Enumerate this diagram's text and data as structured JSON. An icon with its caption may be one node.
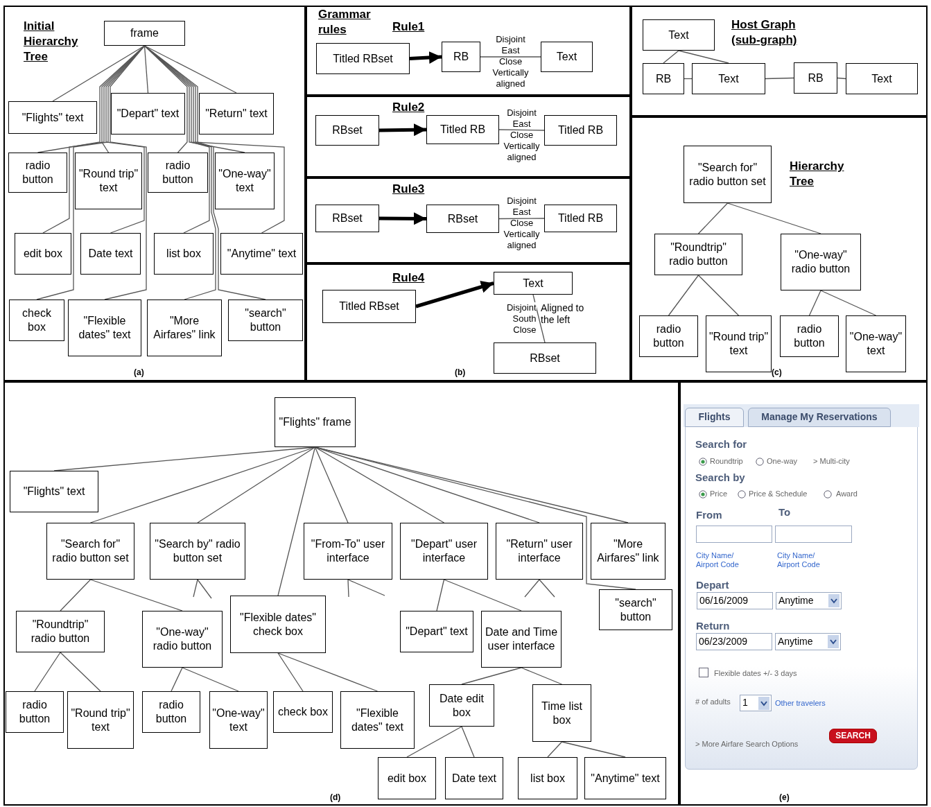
{
  "diagram": {
    "nodes": [
      {
        "text": [
          "Initial Hierarchy Tree",
          "(a)"
        ]
      },
      {
        "text": [
          "frame"
        ],
        "in": 0
      },
      {
        "text": [
          "\"Flights\" text"
        ],
        "in": 0
      },
      {
        "text": [
          "\"Depart\" text"
        ],
        "in": 0
      },
      {
        "text": [
          "\"Return\" text"
        ],
        "in": 0
      },
      {
        "text": [
          "radio button"
        ],
        "in": 0
      },
      {
        "text": [
          "\"Round trip\" text"
        ],
        "in": 0
      },
      {
        "text": [
          "radio button"
        ],
        "in": 0
      },
      {
        "text": [
          "\"One-way\" text"
        ],
        "in": 0
      },
      {
        "text": [
          "edit box"
        ],
        "in": 0
      },
      {
        "text": [
          "Date text"
        ],
        "in": 0
      },
      {
        "text": [
          "list box"
        ],
        "in": 0
      },
      {
        "text": [
          "\"Anytime\" text"
        ],
        "in": 0
      },
      {
        "text": [
          "check box"
        ],
        "in": 0
      },
      {
        "text": [
          "\"Flexible dates\" text"
        ],
        "in": 0
      },
      {
        "text": [
          "\"More Airfares\" link"
        ],
        "in": 0
      },
      {
        "text": [
          "\"search\" button"
        ],
        "in": 0
      },
      {
        "text": [
          "Grammar rules",
          "Rule1"
        ]
      },
      {
        "text": [
          "Titled RBset"
        ],
        "in": 17
      },
      {
        "text": [
          "RB"
        ],
        "in": 17
      },
      {
        "text": [
          "Text"
        ],
        "in": 17
      },
      {
        "text": [
          "Rule2"
        ]
      },
      {
        "text": [
          "RBset"
        ],
        "in": 21
      },
      {
        "text": [
          "Titled RB"
        ],
        "in": 21
      },
      {
        "text": [
          "Titled RB"
        ],
        "in": 21
      },
      {
        "text": [
          "Rule3"
        ]
      },
      {
        "text": [
          "RBset"
        ],
        "in": 25
      },
      {
        "text": [
          "RBset"
        ],
        "in": 25
      },
      {
        "text": [
          "Titled RB"
        ],
        "in": 25
      },
      {
        "text": [
          "Rule4"
        ]
      },
      {
        "text": [
          "Titled RBset"
        ],
        "in": 29
      },
      {
        "text": [
          "Text"
        ],
        "in": 29
      },
      {
        "text": [
          "RBset"
        ],
        "in": 29
      },
      {
        "text": [
          "Host Graph (sub-graph)"
        ]
      },
      {
        "text": [
          "Text"
        ],
        "in": 33
      },
      {
        "text": [
          "RB"
        ],
        "in": 33
      },
      {
        "text": [
          "Text"
        ],
        "in": 33
      },
      {
        "text": [
          "RB"
        ],
        "in": 33
      },
      {
        "text": [
          "Text"
        ],
        "in": 33
      },
      {
        "text": [
          "Hierarchy Tree"
        ]
      },
      {
        "text": [
          "\"Search for\" radio button set"
        ],
        "in": 39
      },
      {
        "text": [
          "\"Roundtrip\" radio button"
        ],
        "in": 39
      },
      {
        "text": [
          "\"One-way\" radio button"
        ],
        "in": 39
      },
      {
        "text": [
          "radio button"
        ],
        "in": 39
      },
      {
        "text": [
          "\"Round trip\" text"
        ],
        "in": 39
      },
      {
        "text": [
          "radio button"
        ],
        "in": 39
      },
      {
        "text": [
          "\"One-way\" text"
        ],
        "in": 39
      },
      {
        "text": [
          "(d)"
        ]
      },
      {
        "text": [
          "\"Flights\" frame"
        ],
        "in": 47
      },
      {
        "text": [
          "\"Flights\" text"
        ],
        "in": 47
      },
      {
        "text": [
          "\"Search for\" radio button set"
        ],
        "in": 47
      },
      {
        "text": [
          "\"Search by\" radio button set"
        ],
        "in": 47
      },
      {
        "text": [
          "\"Flexible dates\" check box"
        ],
        "in": 47
      },
      {
        "text": [
          "\"From-To\" user interface"
        ],
        "in": 47
      },
      {
        "text": [
          "\"Depart\" user interface"
        ],
        "in": 47
      },
      {
        "text": [
          "\"Return\" user interface"
        ],
        "in": 47
      },
      {
        "text": [
          "\"More Airfares\" link"
        ],
        "in": 47
      },
      {
        "text": [
          "\"search\" button"
        ],
        "in": 47
      },
      {
        "text": [
          "\"Roundtrip\" radio button"
        ],
        "in": 47
      },
      {
        "text": [
          "\"One-way\" radio button"
        ],
        "in": 47
      },
      {
        "text": [
          "\"Depart\" text"
        ],
        "in": 47
      },
      {
        "text": [
          "Date and Time user interface"
        ],
        "in": 47
      },
      {
        "text": [
          "radio button"
        ],
        "in": 47
      },
      {
        "text": [
          "\"Round trip\" text"
        ],
        "in": 47
      },
      {
        "text": [
          "radio button"
        ],
        "in": 47
      },
      {
        "text": [
          "\"One-way\" text"
        ],
        "in": 47
      },
      {
        "text": [
          "check box"
        ],
        "in": 47
      },
      {
        "text": [
          "\"Flexible dates\" text"
        ],
        "in": 47
      },
      {
        "text": [
          "Date edit box"
        ],
        "in": 47
      },
      {
        "text": [
          "Time list box"
        ],
        "in": 47
      },
      {
        "text": [
          "edit box"
        ],
        "in": 47
      },
      {
        "text": [
          "Date text"
        ],
        "in": 47
      },
      {
        "text": [
          "list box"
        ],
        "in": 47
      },
      {
        "text": [
          "\"Anytime\" text"
        ],
        "in": 47
      },
      {
        "text": [
          "(e)"
        ]
      },
      {
        "text": [
          "Flights"
        ],
        "in": 74
      },
      {
        "text": [
          "Manage My Reservations"
        ],
        "in": 74
      },
      {
        "text": [],
        "shape": "box",
        "in": 74
      },
      {
        "text": [],
        "shape": "box",
        "in": 74
      },
      {
        "text": [
          "06/16/2009"
        ],
        "in": 74
      },
      {
        "text": [
          "Anytime"
        ],
        "in": 74
      },
      {
        "text": [
          "06/23/2009"
        ],
        "in": 74
      },
      {
        "text": [
          "Anytime"
        ],
        "in": 74
      },
      {
        "text": [
          "1"
        ],
        "in": 74
      },
      {
        "text": [
          "SEARCH"
        ],
        "in": 74
      }
    ],
    "edges": [
      {
        "from": 1,
        "to": 2,
        "arrow": "none"
      },
      {
        "from": 1,
        "to": 3,
        "arrow": "none"
      },
      {
        "from": 1,
        "to": 4,
        "arrow": "none"
      },
      {
        "from": 1,
        "to": 5,
        "arrow": "none"
      },
      {
        "from": 1,
        "to": 6,
        "arrow": "none"
      },
      {
        "from": 1,
        "to": 7,
        "arrow": "none"
      },
      {
        "from": 1,
        "to": 8,
        "arrow": "none"
      },
      {
        "from": 1,
        "to": 9,
        "arrow": "none"
      },
      {
        "from": 1,
        "to": 10,
        "arrow": "none"
      },
      {
        "from": 1,
        "to": 11,
        "arrow": "none"
      },
      {
        "from": 1,
        "to": 12,
        "arrow": "none"
      },
      {
        "from": 1,
        "to": 13,
        "arrow": "none"
      },
      {
        "from": 1,
        "to": 14,
        "arrow": "none"
      },
      {
        "from": 1,
        "to": 15,
        "arrow": "none"
      },
      {
        "from": 1,
        "to": 16,
        "arrow": "none"
      },
      {
        "from": 18,
        "to": 19,
        "arrow": "to",
        "style": "thick"
      },
      {
        "from": 19,
        "to": 20,
        "arrow": "none",
        "label": "Disjoint East Close Vertically aligned"
      },
      {
        "from": 22,
        "to": 23,
        "arrow": "to",
        "style": "thick"
      },
      {
        "from": 23,
        "to": 24,
        "arrow": "none",
        "label": "Disjoint East Close Vertically aligned"
      },
      {
        "from": 26,
        "to": 27,
        "arrow": "to",
        "style": "thick"
      },
      {
        "from": 27,
        "to": 28,
        "arrow": "none",
        "label": "Disjoint East Close Vertically aligned"
      },
      {
        "from": 30,
        "to": 31,
        "arrow": "to",
        "style": "thick"
      },
      {
        "from": 31,
        "to": 32,
        "arrow": "none",
        "label": "Disjoint South Close"
      },
      {
        "from": 34,
        "to": 35,
        "arrow": "none"
      },
      {
        "from": 34,
        "to": 36,
        "arrow": "none"
      },
      {
        "from": 35,
        "to": 36,
        "arrow": "none"
      },
      {
        "from": 36,
        "to": 37,
        "arrow": "none"
      },
      {
        "from": 37,
        "to": 38,
        "arrow": "none"
      },
      {
        "from": 40,
        "to": 41,
        "arrow": "none"
      },
      {
        "from": 40,
        "to": 42,
        "arrow": "none"
      },
      {
        "from": 41,
        "to": 43,
        "arrow": "none"
      },
      {
        "from": 41,
        "to": 44,
        "arrow": "none"
      },
      {
        "from": 42,
        "to": 45,
        "arrow": "none"
      },
      {
        "from": 42,
        "to": 46,
        "arrow": "none"
      },
      {
        "from": 48,
        "to": 49,
        "arrow": "none"
      },
      {
        "from": 48,
        "to": 50,
        "arrow": "none"
      },
      {
        "from": 48,
        "to": 51,
        "arrow": "none"
      },
      {
        "from": 48,
        "to": 52,
        "arrow": "none"
      },
      {
        "from": 48,
        "to": 53,
        "arrow": "none"
      },
      {
        "from": 48,
        "to": 54,
        "arrow": "none"
      },
      {
        "from": 48,
        "to": 55,
        "arrow": "none"
      },
      {
        "from": 48,
        "to": 56,
        "arrow": "none"
      },
      {
        "from": 48,
        "to": 57,
        "arrow": "none"
      },
      {
        "from": 50,
        "to": 58,
        "arrow": "none"
      },
      {
        "from": 50,
        "to": 59,
        "arrow": "none"
      },
      {
        "from": 51,
        "to": null,
        "arrow": "none"
      },
      {
        "from": 51,
        "to": null,
        "arrow": "none"
      },
      {
        "from": 53,
        "to": null,
        "arrow": "none"
      },
      {
        "from": 53,
        "to": null,
        "arrow": "none"
      },
      {
        "from": 54,
        "to": 60,
        "arrow": "none"
      },
      {
        "from": 54,
        "to": 61,
        "arrow": "none"
      },
      {
        "from": 55,
        "to": null,
        "arrow": "none"
      },
      {
        "from": 55,
        "to": null,
        "arrow": "none"
      },
      {
        "from": 58,
        "to": 62,
        "arrow": "none"
      },
      {
        "from": 58,
        "to": 63,
        "arrow": "none"
      },
      {
        "from": 59,
        "to": 64,
        "arrow": "none"
      },
      {
        "from": 59,
        "to": 65,
        "arrow": "none"
      },
      {
        "from": 52,
        "to": 66,
        "arrow": "none"
      },
      {
        "from": 52,
        "to": 67,
        "arrow": "none"
      },
      {
        "from": 61,
        "to": 68,
        "arrow": "none"
      },
      {
        "from": 61,
        "to": 69,
        "arrow": "none"
      },
      {
        "from": 68,
        "to": 70,
        "arrow": "none"
      },
      {
        "from": 68,
        "to": 71,
        "arrow": "none"
      },
      {
        "from": 69,
        "to": 72,
        "arrow": "none"
      },
      {
        "from": 69,
        "to": 73,
        "arrow": "none"
      }
    ],
    "labels": [
      "Aligned to the left",
      "(b)",
      "(c)",
      "Search for",
      "Roundtrip",
      "One-way",
      "> Multi-city",
      "Search by",
      "Price",
      "Price & Schedule",
      "Award",
      "From",
      "To",
      "City Name/ Airport Code",
      "City Name/ Airport Code",
      "Depart",
      "Return",
      "Flexible dates +/- 3 days",
      "# of adults",
      "Other travelers",
      "> More Airfare Search Options"
    ]
  }
}
